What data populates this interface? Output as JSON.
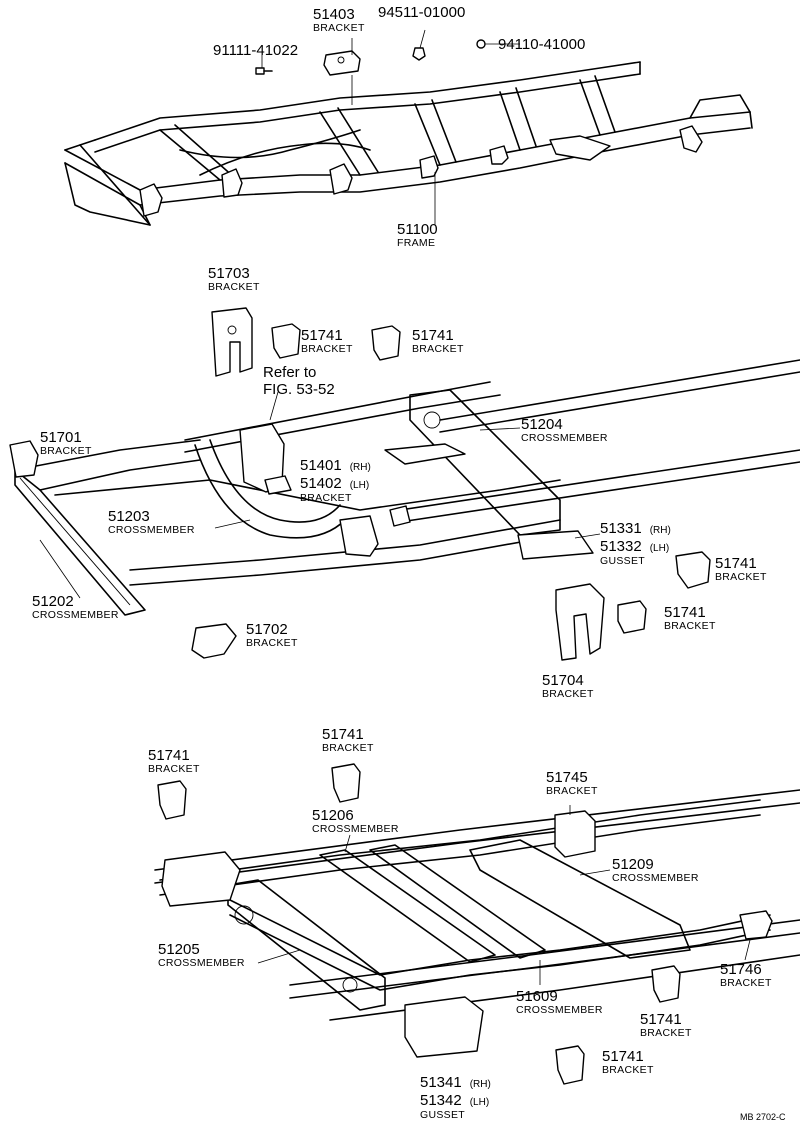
{
  "diagram": {
    "labels": {
      "p51403": {
        "part": "51403",
        "name": "BRACKET"
      },
      "p94511": {
        "part": "94511-01000"
      },
      "p91111": {
        "part": "91111-41022"
      },
      "p94110": {
        "part": "94110-41000"
      },
      "p51100": {
        "part": "51100",
        "name": "FRAME"
      },
      "p51703": {
        "part": "51703",
        "name": "BRACKET"
      },
      "p51741a": {
        "part": "51741",
        "name": "BRACKET"
      },
      "p51741b": {
        "part": "51741",
        "name": "BRACKET"
      },
      "refer": {
        "line1": "Refer to",
        "line2": "FIG. 53-52"
      },
      "p51701": {
        "part": "51701",
        "name": "BRACKET"
      },
      "p51204": {
        "part": "51204",
        "name": "CROSSMEMBER"
      },
      "p51401": {
        "part1": "51401",
        "side1": "(RH)",
        "part2": "51402",
        "side2": "(LH)",
        "name": "BRACKET"
      },
      "p51203": {
        "part": "51203",
        "name": "CROSSMEMBER"
      },
      "p51331": {
        "part1": "51331",
        "side1": "(RH)",
        "part2": "51332",
        "side2": "(LH)",
        "name": "GUSSET"
      },
      "p51741c": {
        "part": "51741",
        "name": "BRACKET"
      },
      "p51202": {
        "part": "51202",
        "name": "CROSSMEMBER"
      },
      "p51741d": {
        "part": "51741",
        "name": "BRACKET"
      },
      "p51702": {
        "part": "51702",
        "name": "BRACKET"
      },
      "p51704": {
        "part": "51704",
        "name": "BRACKET"
      },
      "p51741e": {
        "part": "51741",
        "name": "BRACKET"
      },
      "p51741f": {
        "part": "51741",
        "name": "BRACKET"
      },
      "p51745": {
        "part": "51745",
        "name": "BRACKET"
      },
      "p51206": {
        "part": "51206",
        "name": "CROSSMEMBER"
      },
      "p51209": {
        "part": "51209",
        "name": "CROSSMEMBER"
      },
      "p51205": {
        "part": "51205",
        "name": "CROSSMEMBER"
      },
      "p51746": {
        "part": "51746",
        "name": "BRACKET"
      },
      "p51609": {
        "part": "51609",
        "name": "CROSSMEMBER"
      },
      "p51741g": {
        "part": "51741",
        "name": "BRACKET"
      },
      "p51341": {
        "part1": "51341",
        "side1": "(RH)",
        "part2": "51342",
        "side2": "(LH)",
        "name": "GUSSET"
      },
      "p51741h": {
        "part": "51741",
        "name": "BRACKET"
      }
    },
    "footer": "MB 2702-C"
  }
}
